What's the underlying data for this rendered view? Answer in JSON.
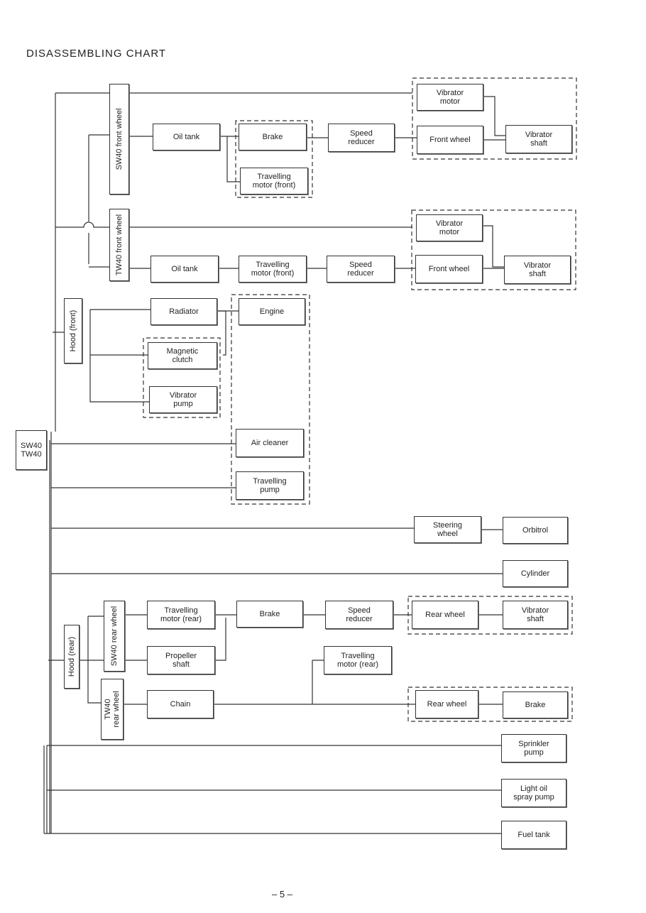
{
  "title": "DISASSEMBLING CHART",
  "page_number": "– 5 –",
  "root": {
    "sw40": "SW40",
    "tw40": "TW40"
  },
  "groups": {
    "sw40_front_wheel": "SW40 front wheel",
    "tw40_front_wheel": "TW40 front wheel",
    "hood_front": "Hood (front)",
    "hood_rear": "Hood (rear)",
    "sw40_rear_wheel": "SW40 rear wheel",
    "tw40_rear_wheel": "TW40\nrear wheel"
  },
  "sw40_front": {
    "vibrator_motor": "Vibrator\nmotor",
    "oil_tank": "Oil tank",
    "brake": "Brake",
    "speed_reducer": "Speed\nreducer",
    "front_wheel": "Front wheel",
    "vibrator_shaft": "Vibrator\nshaft",
    "travelling_motor": "Travelling\nmotor (front)"
  },
  "tw40_front": {
    "vibrator_motor": "Vibrator\nmotor",
    "oil_tank": "Oil tank",
    "travelling_motor": "Travelling\nmotor (front)",
    "speed_reducer": "Speed\nreducer",
    "front_wheel": "Front wheel",
    "vibrator_shaft": "Vibrator\nshaft"
  },
  "hood_front_parts": {
    "radiator": "Radiator",
    "engine": "Engine",
    "magnetic_clutch": "Magnetic\nclutch",
    "vibrator_pump": "Vibrator\npump",
    "air_cleaner": "Air cleaner",
    "travelling_pump": "Travelling\npump"
  },
  "steering": {
    "steering_wheel": "Steering\nwheel",
    "orbitrol": "Orbitrol",
    "cylinder": "Cylinder"
  },
  "sw40_rear": {
    "travelling_motor": "Travelling\nmotor (rear)",
    "brake": "Brake",
    "speed_reducer": "Speed\nreducer",
    "rear_wheel": "Rear wheel",
    "vibrator_shaft": "Vibrator\nshaft",
    "propeller_shaft": "Propeller\nshaft"
  },
  "tw40_rear": {
    "travelling_motor": "Travelling\nmotor (rear)",
    "chain": "Chain",
    "rear_wheel": "Rear wheel",
    "brake": "Brake"
  },
  "other": {
    "sprinkler_pump": "Sprinkler\npump",
    "light_oil_spray_pump": "Light oil\nspray pump",
    "fuel_tank": "Fuel tank"
  }
}
